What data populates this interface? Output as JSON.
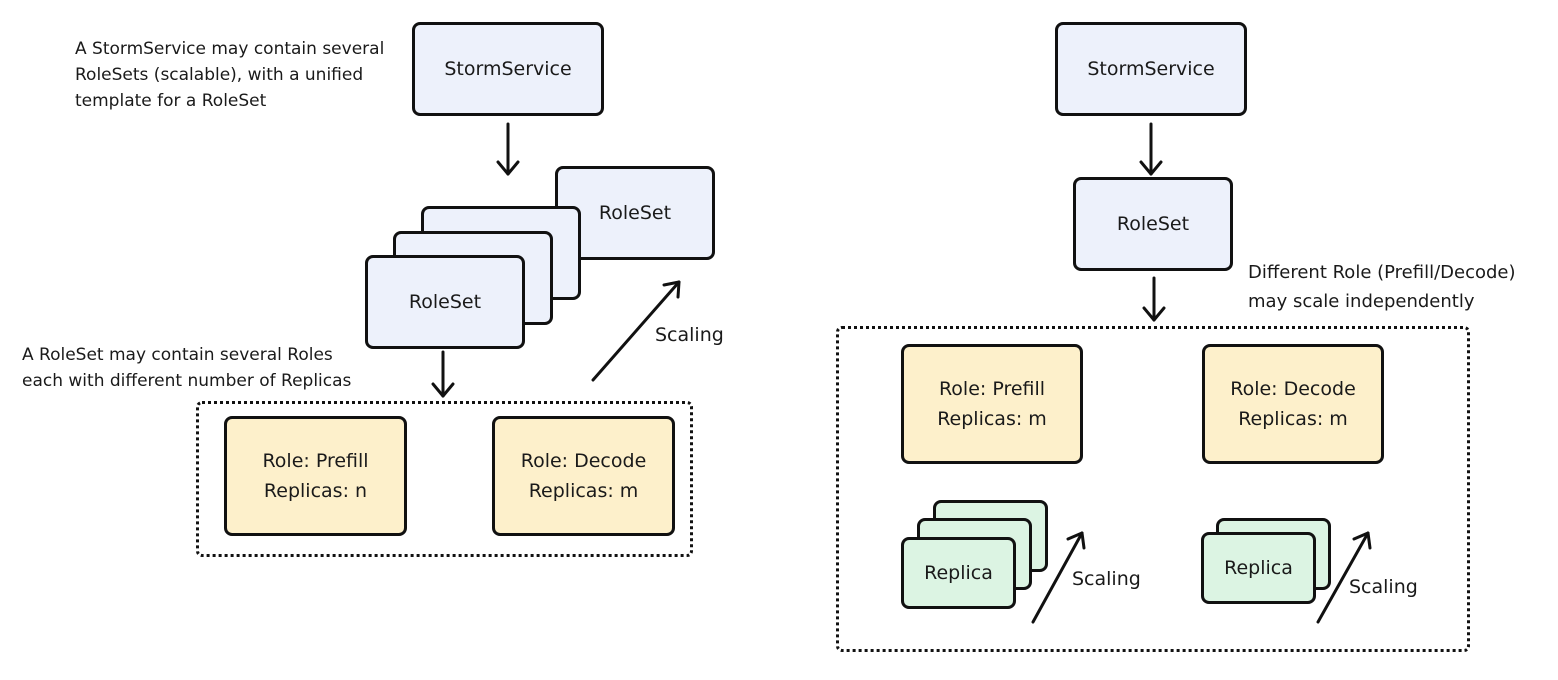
{
  "left": {
    "note_top": [
      "A StormService may contain several",
      "RoleSets (scalable), with a unified",
      "template for a RoleSet"
    ],
    "stormservice_label": "StormService",
    "roleset_front_label": "RoleSet",
    "roleset_scaled_label": "RoleSet",
    "scaling_label": "Scaling",
    "note_roles": [
      "A RoleSet may contain several Roles",
      "each with different number of  Replicas"
    ],
    "role_prefill": [
      "Role: Prefill",
      "Replicas: n"
    ],
    "role_decode": [
      "Role: Decode",
      "Replicas: m"
    ]
  },
  "right": {
    "stormservice_label": "StormService",
    "roleset_label": "RoleSet",
    "note_scale": [
      "Different Role (Prefill/Decode)",
      "may scale independently"
    ],
    "role_prefill": [
      "Role: Prefill",
      "Replicas: m"
    ],
    "role_decode": [
      "Role: Decode",
      "Replicas: m"
    ],
    "replica_left_label": "Replica",
    "replica_right_label": "Replica",
    "scaling_left_label": "Scaling",
    "scaling_right_label": "Scaling"
  },
  "colors": {
    "blue_fill": "#edf1fb",
    "yellow_fill": "#fdf0cb",
    "green_fill": "#dcf4e3",
    "stroke": "#111111"
  }
}
